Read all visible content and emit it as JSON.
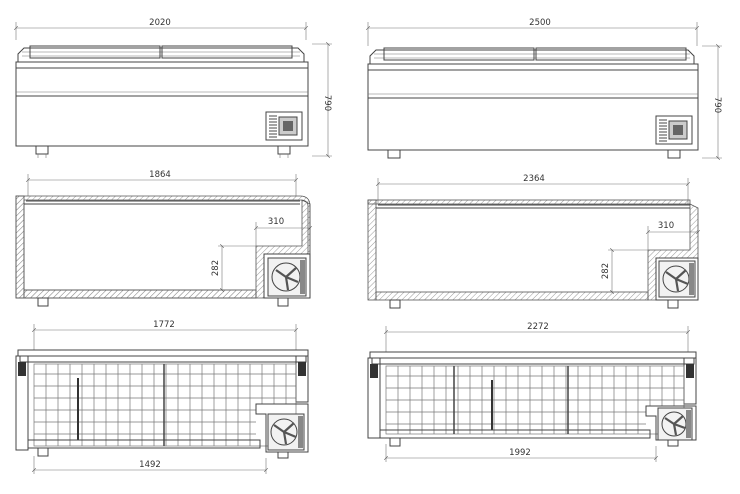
{
  "dimensions": {
    "front_small": {
      "width": "2020",
      "height": "790"
    },
    "front_large": {
      "width": "2500",
      "height": "790"
    },
    "section_small": {
      "inner_length": "1864",
      "machine_width": "310",
      "machine_height": "282"
    },
    "section_large": {
      "inner_length": "2364",
      "machine_width": "310",
      "machine_height": "282"
    },
    "basket_small": {
      "top_length": "1772",
      "bottom_length": "1492"
    },
    "basket_large": {
      "top_length": "2272",
      "bottom_length": "1992"
    }
  },
  "colors": {
    "line": "#555555",
    "hatch": "#999999",
    "background": "#ffffff"
  }
}
